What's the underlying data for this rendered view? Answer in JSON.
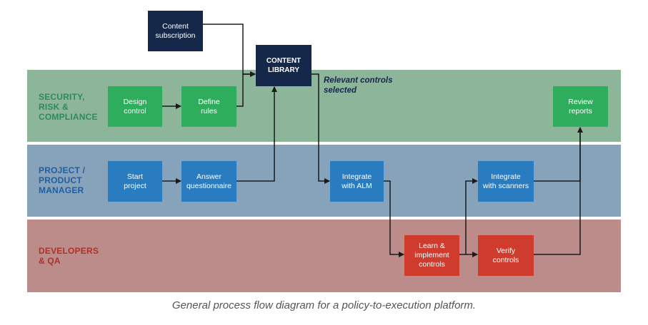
{
  "lanes": {
    "security": "SECURITY,\nRISK &\nCOMPLIANCE",
    "pm": "PROJECT /\nPRODUCT\nMANAGER",
    "dev": "DEVELOPERS\n& QA"
  },
  "boxes": {
    "content_subscription": "Content\nsubscription",
    "content_library": "CONTENT\nLIBRARY",
    "design_control": "Design\ncontrol",
    "define_rules": "Define\nrules",
    "review_reports": "Review\nreports",
    "start_project": "Start\nproject",
    "answer_questionnaire": "Answer\nquestionnaire",
    "integrate_alm": "Integrate\nwith ALM",
    "integrate_scanners": "Integrate\nwith scanners",
    "learn_implement": "Learn &\nimplement\ncontrols",
    "verify_controls": "Verify\ncontrols"
  },
  "note": "Relevant controls\nselected",
  "caption": "General process flow diagram for a policy-to-execution platform.",
  "colors": {
    "security_lane": "#8db59a",
    "pm_lane": "#87a2bb",
    "dev_lane": "#bb8c89",
    "green_box": "#2eae5c",
    "blue_box": "#2a7cc1",
    "red_box": "#cf3b2d",
    "navy_box": "#16284a",
    "arrow": "#1a1a1a"
  }
}
